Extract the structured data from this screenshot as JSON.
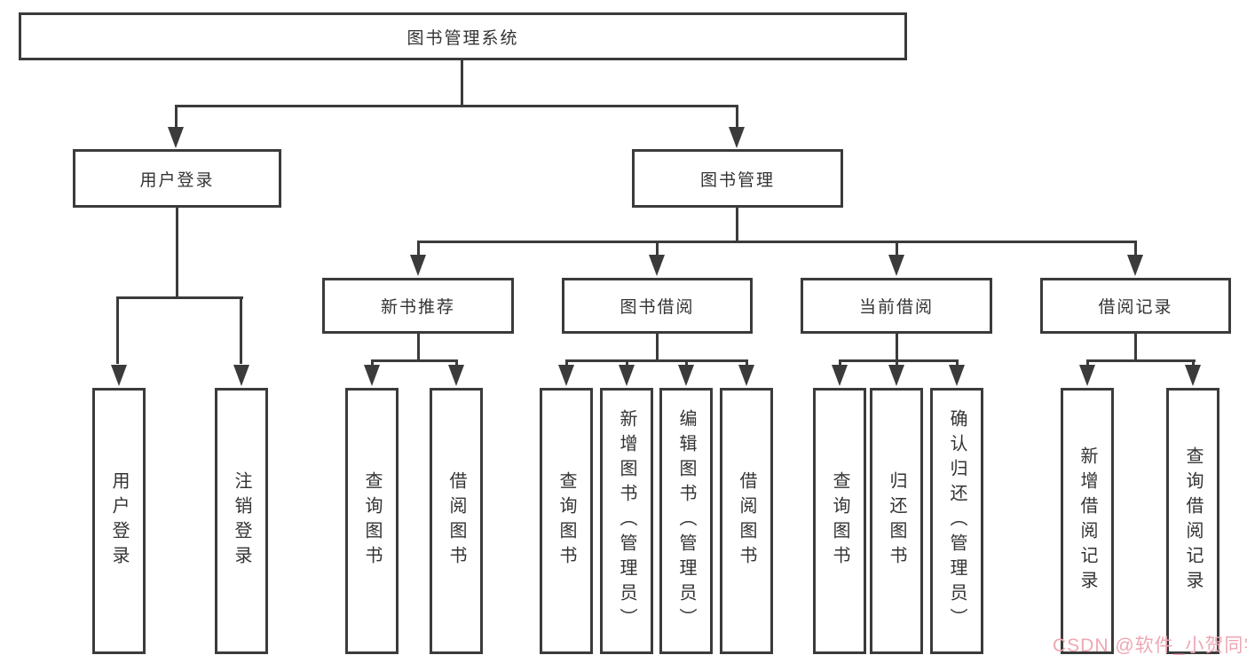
{
  "diagram": {
    "root": {
      "label": "图书管理系统"
    },
    "branches": [
      {
        "label": "用户登录",
        "leaves": [
          "用户登录",
          "注销登录"
        ]
      },
      {
        "label": "图书管理",
        "children": [
          {
            "label": "新书推荐",
            "leaves": [
              "查询图书",
              "借阅图书"
            ]
          },
          {
            "label": "图书借阅",
            "leaves": [
              "查询图书",
              "新增图书（管理员）",
              "编辑图书（管理员）",
              "借阅图书"
            ]
          },
          {
            "label": "当前借阅",
            "leaves": [
              "查询图书",
              "归还图书",
              "确认归还（管理员）"
            ]
          },
          {
            "label": "借阅记录",
            "leaves": [
              "新增借阅记录",
              "查询借阅记录"
            ]
          }
        ]
      }
    ]
  },
  "watermark": {
    "text": "CSDN @软件_小贺同学",
    "color": "#eea7b4"
  },
  "colors": {
    "line": "#3b3b3b",
    "text": "#333333",
    "background": "#ffffff"
  }
}
